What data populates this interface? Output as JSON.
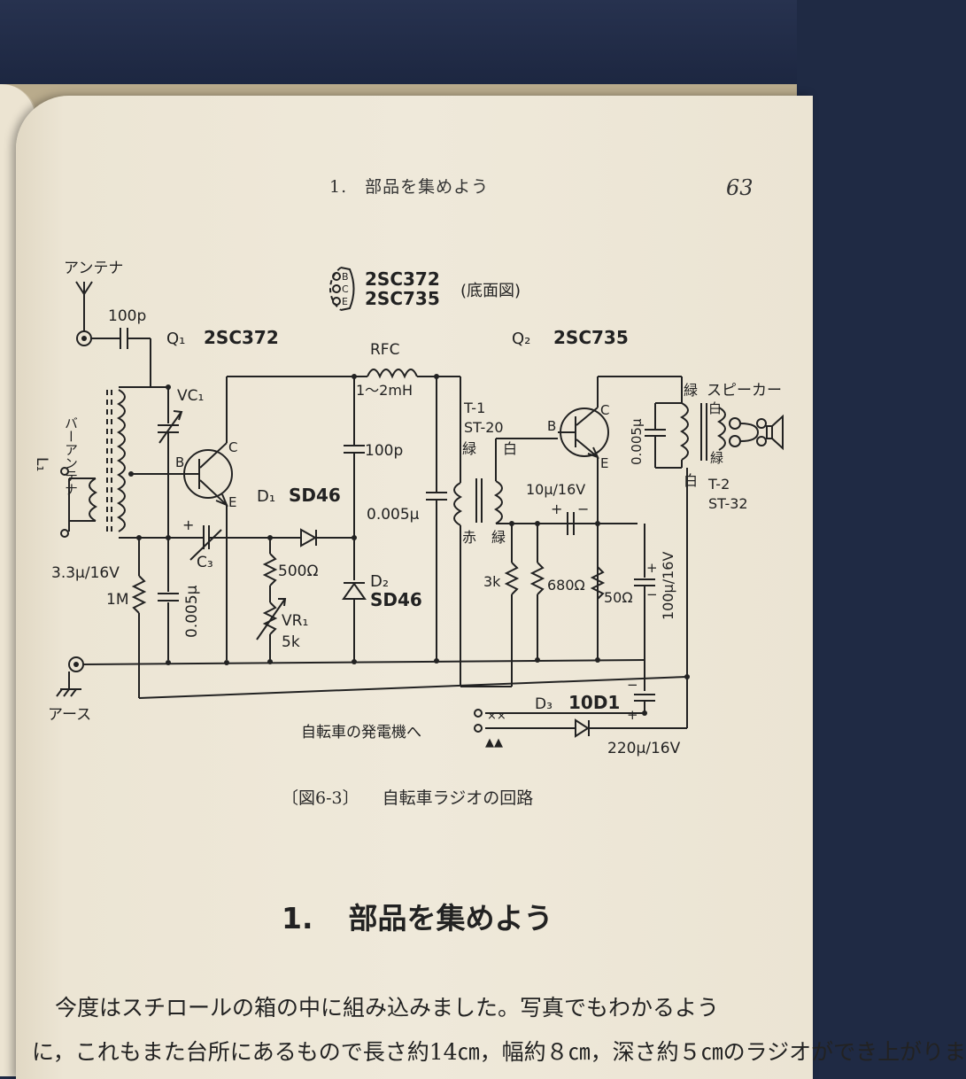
{
  "header": {
    "running_head": "1.　部品を集めよう",
    "page_number": "63"
  },
  "figure": {
    "caption_label": "〔図6-3〕",
    "caption_title": "自転車ラジオの回路",
    "pinout": {
      "model_a": "2SC372",
      "model_b": "2SC735",
      "note": "(底面図)",
      "pins": [
        "B",
        "C",
        "E"
      ]
    },
    "labels": {
      "antenna": "アンテナ",
      "cap_100p": "100p",
      "q1": "Q₁",
      "q1_model": "2SC372",
      "vc1": "VC₁",
      "l1": "L₁",
      "bar_antenna": "バーアンテナ",
      "pin_b": "B",
      "pin_c": "C",
      "pin_e": "E",
      "rfc": "RFC",
      "rfc_value": "1～2mH",
      "cap_100p_b": "100p",
      "d1": "D₁",
      "d1_model": "SD46",
      "cap_0005": "0.005μ",
      "c3": "C₃",
      "cap_33": "3.3μ/16V",
      "res_1m": "1M",
      "cap_0005_b": "0.005μ",
      "res_500": "500Ω",
      "vr1": "VR₁",
      "vr1_value": "5k",
      "d2": "D₂",
      "d2_model": "SD46",
      "t1": "T-1",
      "t1_model": "ST-20",
      "green": "緑",
      "white": "白",
      "red": "赤",
      "q2": "Q₂",
      "q2_model": "2SC735",
      "cap_10u": "10μ/16V",
      "res_3k": "3k",
      "res_680": "680Ω",
      "res_50": "50Ω",
      "cap_100u": "100μ/16V",
      "cap_0005_c": "0.005μ",
      "speaker": "スピーカー",
      "t2": "T-2",
      "t2_model": "ST-32",
      "earth": "アース",
      "generator": "自転車の発電機へ",
      "d3": "D₃",
      "d3_model": "10D1",
      "cap_220u": "220μ/16V",
      "plus": "+",
      "minus": "−",
      "mark_x": "××",
      "mark_tri": "▲▲"
    }
  },
  "section": {
    "number": "1.",
    "title": "部品を集めよう"
  },
  "body": {
    "line1": "今度はスチロールの箱の中に組み込みました。写真でもわかるよう",
    "line2": "今度はスチロールの箱の中に組み込みました。写真でもわかるよう",
    "line3": "今度はスチロールの箱の中に組み込みました。写真でもわかるよう",
    "line4": "今度はスチロールの箱の中に組み込みました。写真でもわかるよう",
    "para_line1": "今度はスチロールの箱の中に組み込みました。写真でもわかるよう",
    "para_line2": "今度はスチロールの箱の中に組み込みました。写真でもわかるよう",
    "paragraph": [
      "今度はスチロールの箱の中に組み込みました。写真でもわかるよう",
      "に，これもまた台所にあるもので長さ約14㎝，幅約８㎝，深さ約５㎝",
      "に，これもまた台所にあるもので長さ約14㎝，幅約８㎝，深さ約５㎝のラジオができ上がりま"
    ]
  }
}
